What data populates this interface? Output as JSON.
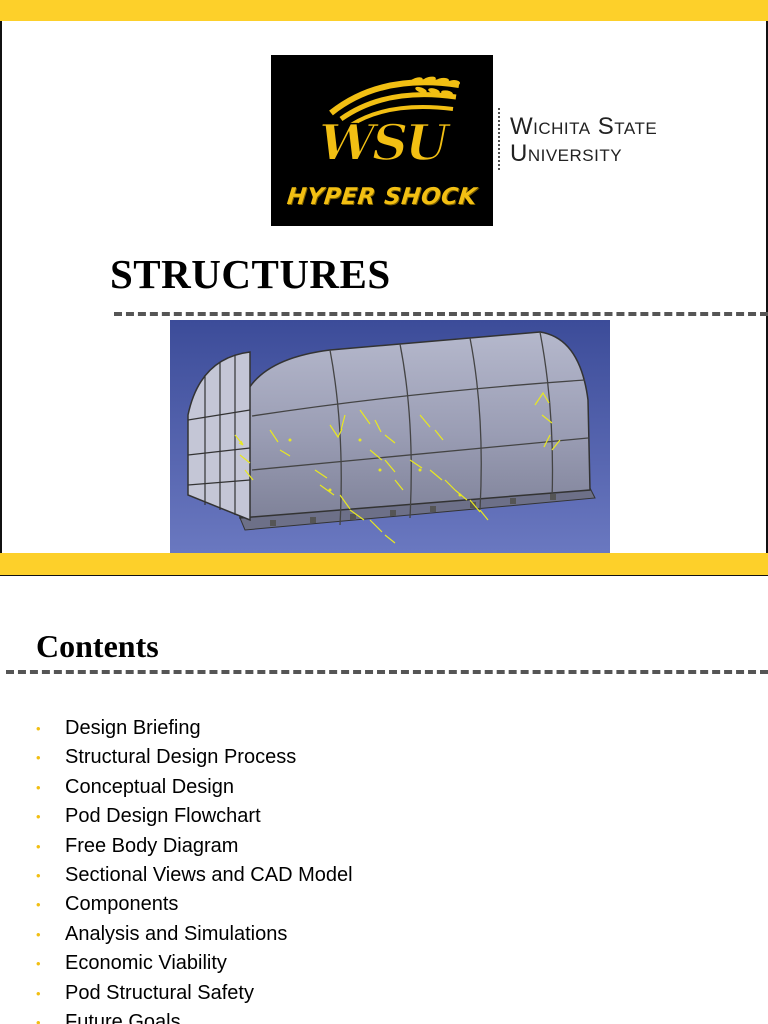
{
  "slide1": {
    "logo": {
      "monogram": "WSU",
      "wordmark": "HYPER SHOCK",
      "university_line1": "Wichita State",
      "university_line2": "University"
    },
    "title": "STRUCTURES",
    "image_icon": "cad-pod-model-icon"
  },
  "slide2": {
    "title": "Contents",
    "items": [
      "Design Briefing",
      "Structural Design Process",
      "Conceptual Design",
      "Pod Design Flowchart",
      "Free Body Diagram",
      "Sectional Views and CAD Model",
      "Components",
      "Analysis and Simulations",
      "Economic Viability",
      "Pod Structural Safety",
      "Future Goals"
    ]
  },
  "colors": {
    "accent_yellow": "#fdd02a",
    "logo_gold": "#f2bf13",
    "cad_background": "#4a5ba8",
    "cad_body": "#9ea1b8"
  }
}
